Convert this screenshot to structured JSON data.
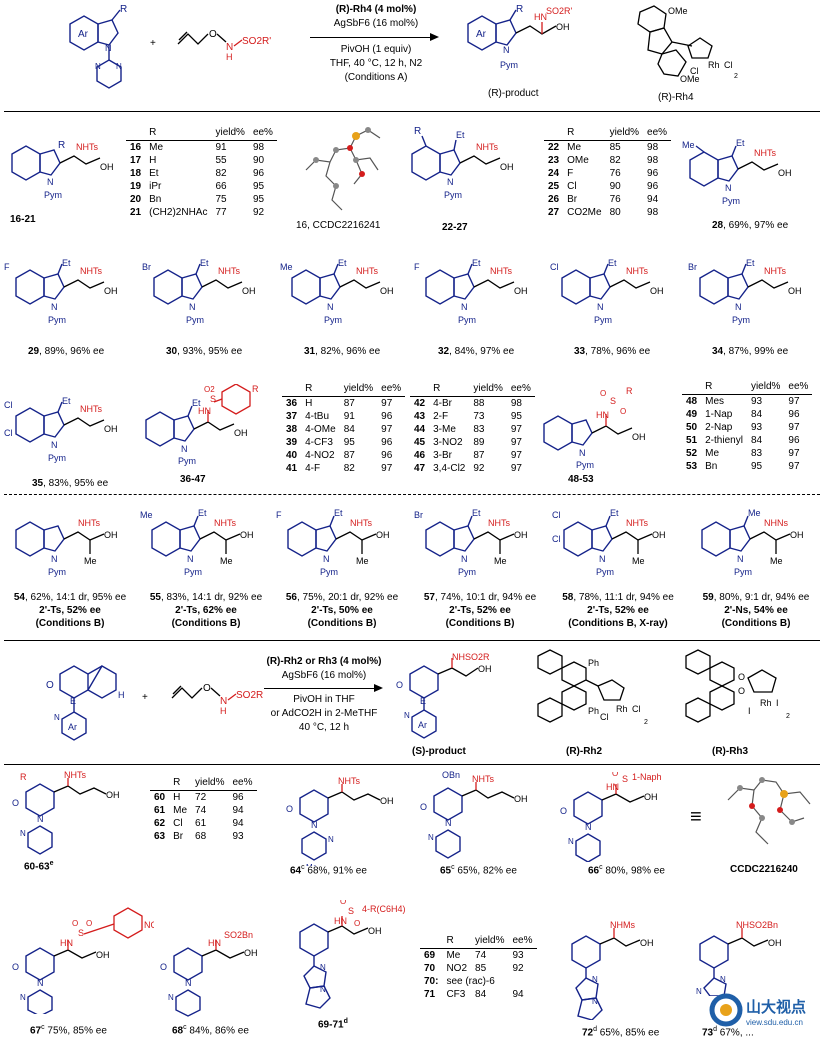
{
  "scheme1": {
    "plus": "+",
    "reagent_sub": "SO2R'",
    "reagent_atoms": [
      "O",
      "N",
      "H"
    ],
    "sm_labels": [
      "Ar",
      "R",
      "N",
      "N",
      "N"
    ],
    "catalyst": "(R)-Rh4 (4 mol%)",
    "additive": "AgSbF6 (16 mol%)",
    "acid": "PivOH (1 equiv)",
    "solvent": "THF, 40 °C, 12 h, N2",
    "conditions": "(Conditions A)",
    "product_label": "(R)-product",
    "catalyst_label": "(R)-Rh4",
    "product_atoms": [
      "Ar",
      "R",
      "N",
      "Pym",
      "OH"
    ],
    "cat_atoms": [
      "OMe",
      "OMe",
      "Rh",
      "Cl",
      "Cl",
      "2"
    ]
  },
  "row1": {
    "c16_21": {
      "r_atom": "R",
      "label": "16-21",
      "atoms": [
        "NHTs",
        "N",
        "Pym",
        "OH"
      ]
    },
    "table_16_21": {
      "headers": [
        "R",
        "yield%",
        "ee%"
      ],
      "rows": [
        [
          "16",
          "Me",
          "91",
          "98"
        ],
        [
          "17",
          "H",
          "55",
          "90"
        ],
        [
          "18",
          "Et",
          "82",
          "96"
        ],
        [
          "19",
          "iPr",
          "66",
          "95"
        ],
        [
          "20",
          "Bn",
          "75",
          "95"
        ],
        [
          "21",
          "(CH2)2NHAc",
          "77",
          "92"
        ]
      ]
    },
    "xray_label": "16, CCDC2216241",
    "c22_27": {
      "label": "22-27",
      "atoms": [
        "R",
        "Et",
        "NHTs",
        "N",
        "Pym",
        "OH"
      ]
    },
    "table_22_27": {
      "headers": [
        "R",
        "yield%",
        "ee%"
      ],
      "rows": [
        [
          "22",
          "Me",
          "85",
          "98"
        ],
        [
          "23",
          "OMe",
          "82",
          "98"
        ],
        [
          "24",
          "F",
          "76",
          "96"
        ],
        [
          "25",
          "Cl",
          "90",
          "96"
        ],
        [
          "26",
          "Br",
          "76",
          "94"
        ],
        [
          "27",
          "CO2Me",
          "80",
          "98"
        ]
      ]
    },
    "c28": {
      "sub": "28",
      "rest": ", 69%, 97% ee",
      "atoms": [
        "Et",
        "NHTs",
        "N",
        "Pym",
        "OH"
      ],
      "sub_atom": "Me"
    }
  },
  "row2": [
    {
      "num": "29",
      "rest": ", 89%, 96% ee",
      "sub": "F"
    },
    {
      "num": "30",
      "rest": ", 93%, 95% ee",
      "sub": "Br"
    },
    {
      "num": "31",
      "rest": ", 82%, 96% ee",
      "sub": "Me"
    },
    {
      "num": "32",
      "rest": ", 84%, 97% ee",
      "sub": "F"
    },
    {
      "num": "33",
      "rest": ", 78%, 96% ee",
      "sub": "Cl"
    },
    {
      "num": "34",
      "rest": ", 87%, 99% ee",
      "sub": "Br"
    }
  ],
  "row2_atoms": [
    "Et",
    "NHTs",
    "N",
    "Pym",
    "OH"
  ],
  "row3": {
    "c35": {
      "num": "35",
      "rest": ", 83%, 95% ee",
      "subs": [
        "Cl",
        "Cl"
      ]
    },
    "c36_47": {
      "label": "36-47",
      "atoms": [
        "HN",
        "S",
        "O2",
        "R",
        "Et",
        "N",
        "Pym",
        "OH"
      ]
    },
    "table_36_41": {
      "headers": [
        "R",
        "yield%",
        "ee%"
      ],
      "rows": [
        [
          "36",
          "H",
          "87",
          "97"
        ],
        [
          "37",
          "4-tBu",
          "91",
          "96"
        ],
        [
          "38",
          "4-OMe",
          "84",
          "97"
        ],
        [
          "39",
          "4-CF3",
          "95",
          "96"
        ],
        [
          "40",
          "4-NO2",
          "87",
          "96"
        ],
        [
          "41",
          "4-F",
          "82",
          "97"
        ]
      ]
    },
    "table_42_47": {
      "headers": [
        "R",
        "yield%",
        "ee%"
      ],
      "rows": [
        [
          "42",
          "4-Br",
          "88",
          "98"
        ],
        [
          "43",
          "2-F",
          "73",
          "95"
        ],
        [
          "44",
          "3-Me",
          "83",
          "97"
        ],
        [
          "45",
          "3-NO2",
          "89",
          "97"
        ],
        [
          "46",
          "3-Br",
          "87",
          "97"
        ],
        [
          "47",
          "3,4-Cl2",
          "92",
          "97"
        ]
      ]
    },
    "c48_53": {
      "label": "48-53",
      "atoms": [
        "HN",
        "S",
        "O",
        "O",
        "R",
        "N",
        "Pym",
        "OH"
      ]
    },
    "table_48_53": {
      "headers": [
        "R",
        "yield%",
        "ee%"
      ],
      "rows": [
        [
          "48",
          "Mes",
          "93",
          "97"
        ],
        [
          "49",
          "1-Nap",
          "84",
          "96"
        ],
        [
          "50",
          "2-Nap",
          "93",
          "97"
        ],
        [
          "51",
          "2-thienyl",
          "84",
          "96"
        ],
        [
          "52",
          "Me",
          "83",
          "97"
        ],
        [
          "53",
          "Bn",
          "95",
          "97"
        ]
      ]
    }
  },
  "row4": [
    {
      "num": "54",
      "rest": ", 62%, 14:1 dr, 95% ee",
      "l2": "2'-Ts, 52% ee",
      "l3": "(Conditions B)",
      "sub": ""
    },
    {
      "num": "55",
      "rest": ", 83%, 14:1 dr, 92% ee",
      "l2": "2'-Ts, 62% ee",
      "l3": "(Conditions B)",
      "sub": "Me"
    },
    {
      "num": "56",
      "rest": ", 75%, 20:1 dr, 92% ee",
      "l2": "2'-Ts, 50% ee",
      "l3": "(Conditions B)",
      "sub": "F"
    },
    {
      "num": "57",
      "rest": ", 74%, 10:1 dr, 94% ee",
      "l2": "2'-Ts, 52% ee",
      "l3": "(Conditions B)",
      "sub": "Br"
    },
    {
      "num": "58",
      "rest": ", 78%, 11:1 dr, 94% ee",
      "l2": "2'-Ts, 52% ee",
      "l3": "(Conditions B, X-ray)",
      "sub": "Cl"
    },
    {
      "num": "59",
      "rest": ", 80%, 9:1 dr, 94% ee",
      "l2": "2'-Ns, 54% ee",
      "l3": "(Conditions B)",
      "sub": ""
    }
  ],
  "row4_atoms": [
    "NHTs",
    "Et",
    "OH",
    "Me",
    "N",
    "Pym",
    "NHNs",
    "Cl"
  ],
  "scheme2": {
    "plus": "+",
    "reagent_sub": "SO2R",
    "reagent_atoms": [
      "O",
      "N",
      "H"
    ],
    "sm_atoms": [
      "O",
      "E",
      "H",
      "Ar",
      "N"
    ],
    "catalyst": "(R)-Rh2 or Rh3 (4 mol%)",
    "additive": "AgSbF6 (16 mol%)",
    "acid": "PivOH in THF",
    "alt": "or AdCO2H in 2-MeTHF",
    "temp": "40 °C, 12 h",
    "product_label": "(S)-product",
    "product_atoms": [
      "NHSO2R",
      "OH",
      "O",
      "E",
      "Ar",
      "N"
    ],
    "rh2_label": "(R)-Rh2",
    "rh2_atoms": [
      "Ph",
      "Ph",
      "Rh",
      "Cl",
      "Cl",
      "2"
    ],
    "rh3_label": "(R)-Rh3",
    "rh3_atoms": [
      "O",
      "O",
      "Rh",
      "I",
      "I",
      "2"
    ]
  },
  "row5": {
    "c60_63": {
      "label": "60-63",
      "sup": "e",
      "atoms": [
        "R",
        "NHTs",
        "OH",
        "O",
        "N",
        "N"
      ]
    },
    "table_60_63": {
      "headers": [
        "R",
        "yield%",
        "ee%"
      ],
      "rows": [
        [
          "60",
          "H",
          "72",
          "96"
        ],
        [
          "61",
          "Me",
          "74",
          "94"
        ],
        [
          "62",
          "Cl",
          "61",
          "94"
        ],
        [
          "63",
          "Br",
          "68",
          "93"
        ]
      ]
    },
    "c64": {
      "num": "64",
      "sup": "c",
      "rest": " 68%, 91% ee",
      "atoms": [
        "NHTs",
        "OH",
        "O",
        "N",
        "N",
        "Me"
      ]
    },
    "c65": {
      "num": "65",
      "sup": "c",
      "rest": " 65%, 82% ee",
      "atoms": [
        "OBn",
        "NHTs",
        "OH",
        "O",
        "N",
        "N"
      ]
    },
    "c66": {
      "num": "66",
      "sup": "c",
      "rest": " 80%, 98% ee",
      "atoms": [
        "1-Naph",
        "HN",
        "S",
        "O",
        "O",
        "OH",
        "O",
        "N",
        "N"
      ]
    },
    "equiv": "≡",
    "xray2_label": "CCDC2216240"
  },
  "row6": {
    "c67": {
      "num": "67",
      "sup": "c",
      "rest": " 75%, 85% ee",
      "atoms": [
        "NO2",
        "HN",
        "S",
        "O",
        "O",
        "OH",
        "O",
        "N",
        "N"
      ]
    },
    "c68": {
      "num": "68",
      "sup": "c",
      "rest": " 84%, 86% ee",
      "atoms": [
        "SO2Bn",
        "HN",
        "OH",
        "O",
        "N",
        "N"
      ]
    },
    "c69_71": {
      "label": "69-71",
      "sup": "d",
      "atoms": [
        "4-R(C6H4)",
        "HN",
        "S",
        "O",
        "O",
        "OH",
        "N",
        "N"
      ]
    },
    "table_69_71": {
      "headers": [
        "R",
        "yield%",
        "ee%"
      ],
      "rows": [
        [
          "69",
          "Me",
          "74",
          "93"
        ],
        [
          "70",
          "NO2",
          "85",
          "92"
        ],
        [
          "70:",
          "see (rac)-6",
          "",
          ""
        ],
        [
          "71",
          "CF3",
          "84",
          "94"
        ]
      ]
    },
    "c72": {
      "num": "72",
      "sup": "d",
      "rest": " 65%, 85% ee",
      "atoms": [
        "NHMs",
        "OH",
        "N",
        "N"
      ]
    },
    "c73": {
      "num": "73",
      "sup": "d",
      "rest": " 67%, ...",
      "atoms": [
        "NHSO2Bn",
        "OH",
        "N",
        "N"
      ]
    },
    "watermark": "山大视点",
    "watermark_url": "view.sdu.edu.cn"
  }
}
